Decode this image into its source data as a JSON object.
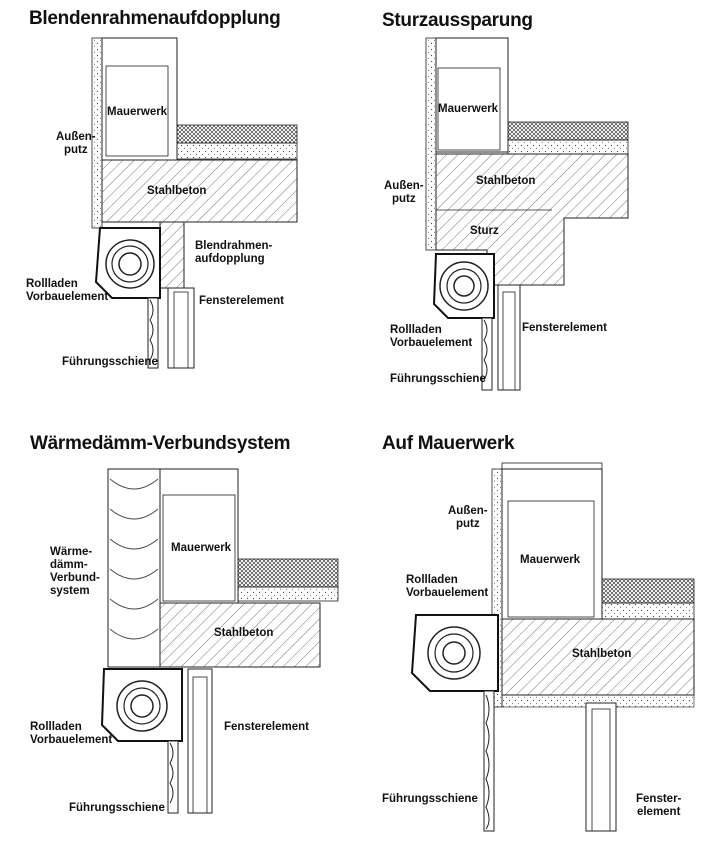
{
  "panels": [
    {
      "title": "Blendenrahmenaufdopplung",
      "labels": {
        "aussenputz": "Außen-\nputz",
        "mauerwerk": "Mauerwerk",
        "stahlbeton": "Stahlbeton",
        "blendrahmen": "Blendrahmen-\naufdopplung",
        "rollladen": "Rollladen\nVorbauelement",
        "fensterelement": "Fensterelement",
        "fuehrungsschiene": "Führungsschiene"
      }
    },
    {
      "title": "Sturzaussparung",
      "labels": {
        "mauerwerk": "Mauerwerk",
        "aussenputz": "Außen-\nputz",
        "stahlbeton": "Stahlbeton",
        "sturz": "Sturz",
        "fensterelement": "Fensterelement",
        "rollladen": "Rollladen\nVorbauelement",
        "fuehrungsschiene": "Führungsschiene"
      }
    },
    {
      "title": "Wärmedämm-Verbundsystem",
      "labels": {
        "waermedaemm": "Wärme-\ndämm-\nVerbund-\nsystem",
        "mauerwerk": "Mauerwerk",
        "stahlbeton": "Stahlbeton",
        "rollladen": "Rollladen\nVorbauelement",
        "fensterelement": "Fensterelement",
        "fuehrungsschiene": "Führungsschiene"
      }
    },
    {
      "title": "Auf Mauerwerk",
      "labels": {
        "aussenputz": "Außen-\nputz",
        "rollladen": "Rollladen\nVorbauelement",
        "mauerwerk": "Mauerwerk",
        "stahlbeton": "Stahlbeton",
        "fuehrungsschiene": "Führungsschiene",
        "fensterelement": "Fenster-\nelement"
      }
    }
  ]
}
